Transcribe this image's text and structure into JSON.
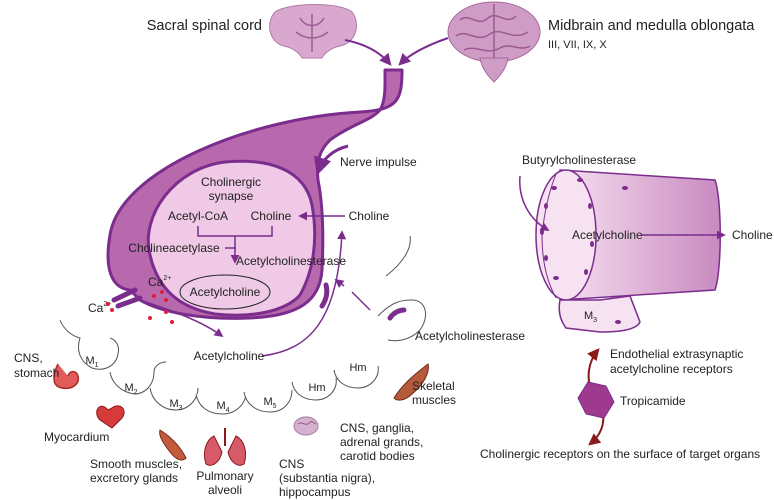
{
  "sources": {
    "sacral": "Sacral spinal cord",
    "midbrain": "Midbrain and medulla oblongata",
    "nerves": "III, VII, IX, X"
  },
  "synapse": {
    "nerve_impulse": "Nerve impulse",
    "cholinergic_1": "Cholinergic",
    "cholinergic_2": "synapse",
    "acetyl_coa": "Acetyl-CoA",
    "choline_inner": "Choline",
    "choline_outer": "Choline",
    "cholineacetylase": "Cholineacetylase",
    "ache_inner": "Acetylcholinesterase",
    "ach_vesicle": "Acetylcholine",
    "ca_top": "Ca",
    "ca_top_sup": "2+",
    "ca_left": "Ca",
    "ca_left_sup": "2+",
    "ach_released": "Acetylcholine",
    "ache_outer": "Acetylcholinesterase"
  },
  "receptors": {
    "m1_base": "M",
    "m1_sub": "1",
    "m2_base": "M",
    "m2_sub": "2",
    "m3_base": "M",
    "m3_sub": "3",
    "m4_base": "M",
    "m4_sub": "4",
    "m5_base": "M",
    "m5_sub": "5",
    "hm_1": "Hm",
    "hm_2": "Hm"
  },
  "organs": {
    "cns_stomach_1": "CNS,",
    "cns_stomach_2": "stomach",
    "myocardium": "Myocardium",
    "smooth_1": "Smooth muscles,",
    "smooth_2": "excretory glands",
    "pulmonary_1": "Pulmonary",
    "pulmonary_2": "alveoli",
    "cns_sn_1": "CNS",
    "cns_sn_2": "(substantia nigra),",
    "cns_sn_3": "hippocampus",
    "cns_ganglia_1": "CNS, ganglia,",
    "cns_ganglia_2": "adrenal grands,",
    "cns_ganglia_3": "carotid bodies",
    "skeletal_1": "Skeletal",
    "skeletal_2": "muscles"
  },
  "vessel": {
    "butyryl": "Butyrylcholinesterase",
    "acetylcholine": "Acetylcholine",
    "choline": "Choline",
    "m3_base": "M",
    "m3_sub": "3",
    "endo_1": "Endothelial extrasynaptic",
    "endo_2": "acetylcholine receptors",
    "tropicamide": "Tropicamide",
    "surface": "Cholinergic receptors on the surface of target organs"
  },
  "colors": {
    "purple_dark": "#7b2d8e",
    "purple_fill": "#b868ac",
    "pink_light": "#efc9e6",
    "pink_pale": "#f6e2f1",
    "red_dot": "#e01e37"
  }
}
